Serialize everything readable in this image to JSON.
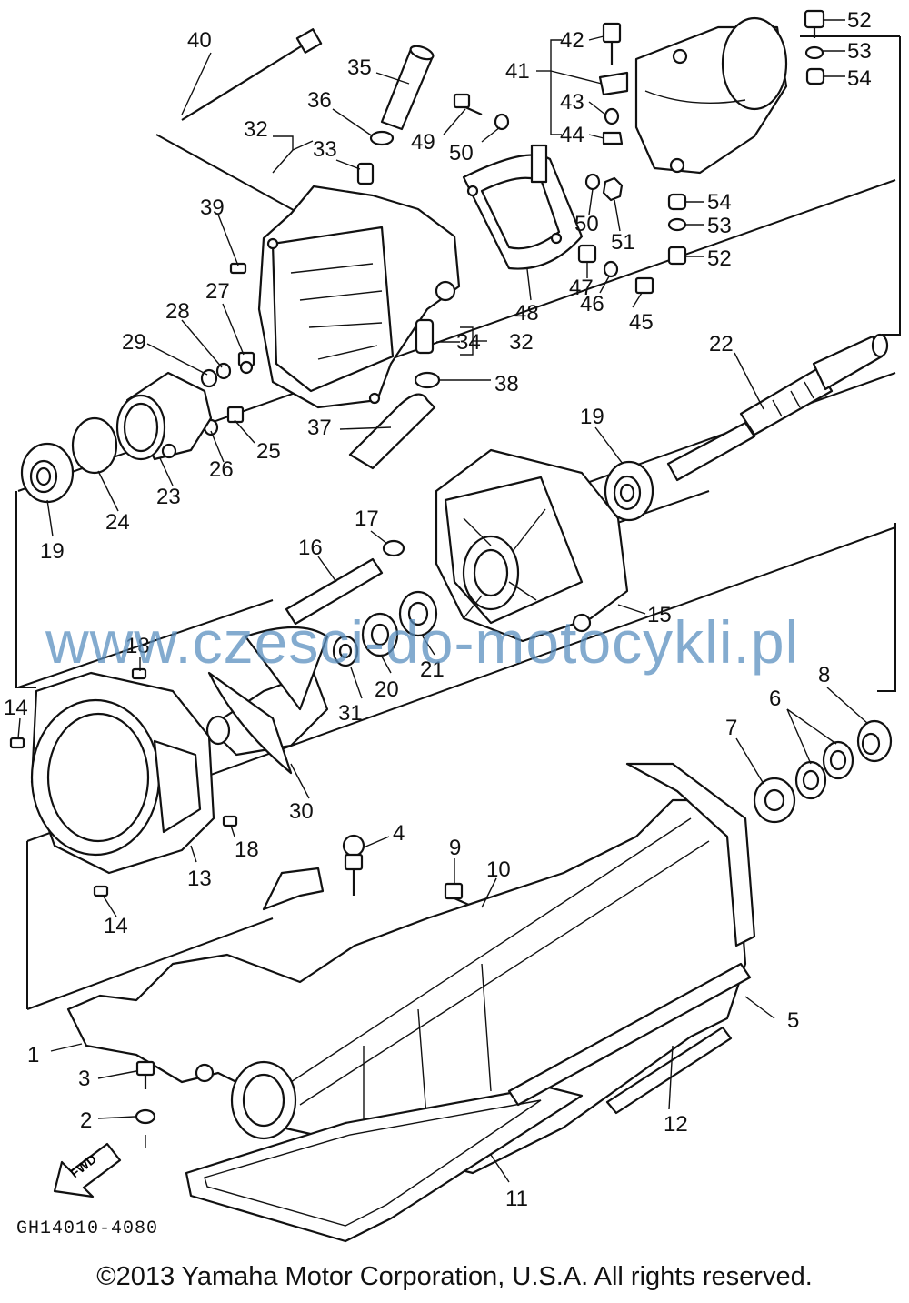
{
  "watermark": "www.czesci-do-motocykli.pl",
  "diagram_code": "GH14010-4080",
  "copyright": "©2013 Yamaha Motor Corporation, U.S.A. All rights reserved.",
  "fwd_label": "FWD",
  "callouts": {
    "c1": "1",
    "c2": "2",
    "c3": "3",
    "c4": "4",
    "c5": "5",
    "c6": "6",
    "c7": "7",
    "c8": "8",
    "c9": "9",
    "c10": "10",
    "c11": "11",
    "c12": "12",
    "c13": "13",
    "c14a": "14",
    "c14b": "14",
    "c15": "15",
    "c16": "16",
    "c17": "17",
    "c18a": "18",
    "c18b": "18",
    "c19a": "19",
    "c19b": "19",
    "c20": "20",
    "c21": "21",
    "c22": "22",
    "c23": "23",
    "c24": "24",
    "c25": "25",
    "c26": "26",
    "c27": "27",
    "c28": "28",
    "c29": "29",
    "c30": "30",
    "c31": "31",
    "c32a": "32",
    "c32b": "32",
    "c33": "33",
    "c34": "34",
    "c35": "35",
    "c36": "36",
    "c37": "37",
    "c38": "38",
    "c39": "39",
    "c40": "40",
    "c41": "41",
    "c42": "42",
    "c43": "43",
    "c44": "44",
    "c45": "45",
    "c46": "46",
    "c47": "47",
    "c48": "48",
    "c49": "49",
    "c50a": "50",
    "c50b": "50",
    "c51": "51",
    "c52a": "52",
    "c52b": "52",
    "c53a": "53",
    "c53b": "53",
    "c54a": "54",
    "c54b": "54"
  }
}
